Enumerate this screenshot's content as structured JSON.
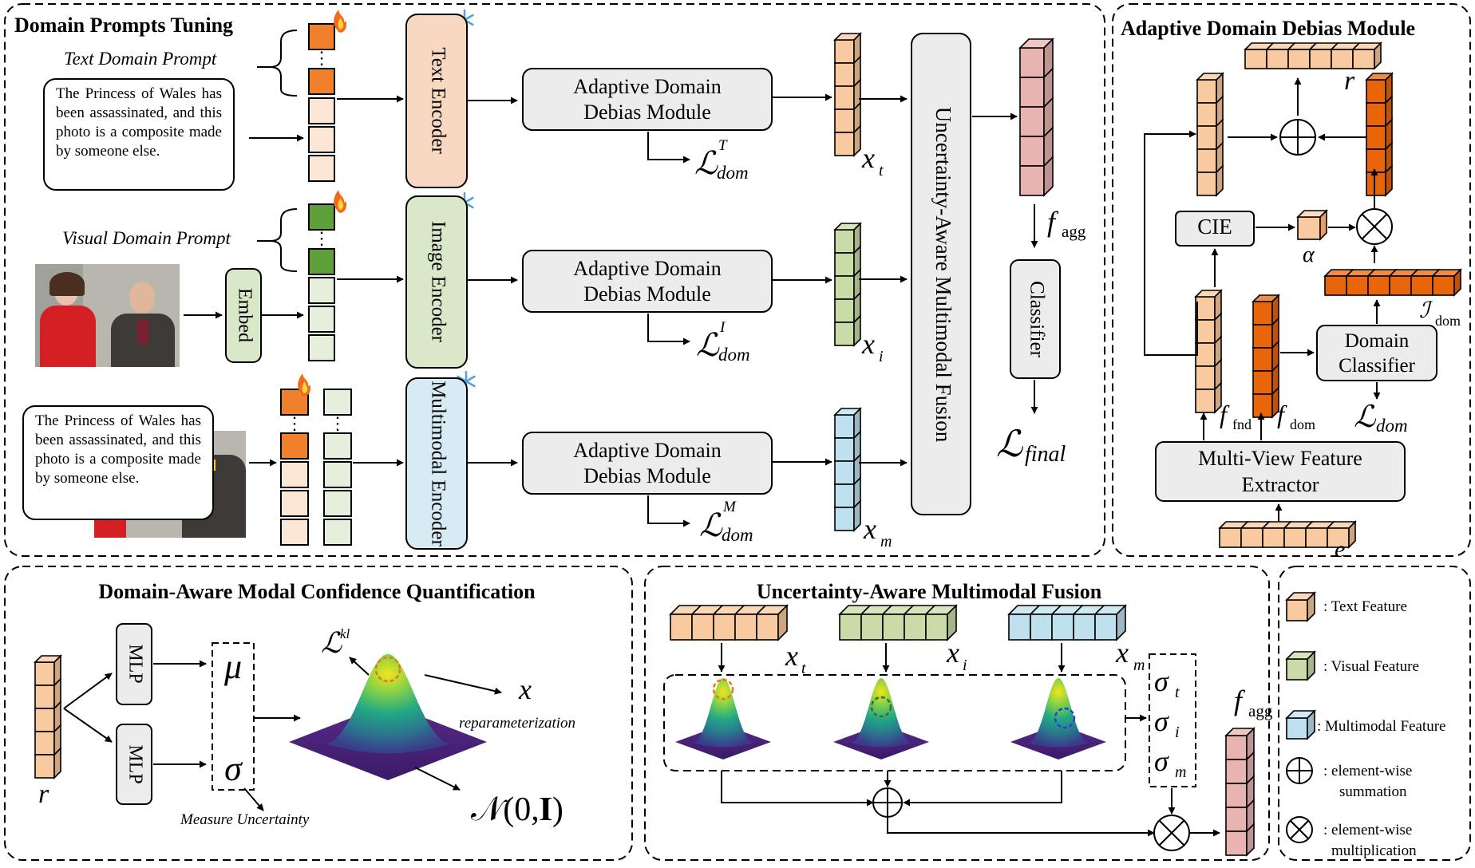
{
  "panels": {
    "prompts_tuning": "Domain Prompts Tuning",
    "adaptive_module": "Adaptive Domain Debias Module",
    "confidence": "Domain-Aware Modal Confidence Quantification",
    "fusion": "Uncertainty-Aware Multimodal Fusion"
  },
  "prompts": {
    "text_prompt": "Text Domain Prompt",
    "visual_prompt": "Visual Domain Prompt",
    "sample_text": "The Princess of Wales has been assassinated, and this photo is a composite made by someone else."
  },
  "encoders": {
    "text": "Text Encoder",
    "image": "Image Encoder",
    "multimodal": "Multimodal Encoder",
    "embed": "Embed"
  },
  "modules": {
    "addm": "Adaptive Domain Debias Module",
    "uamf": "Uncertainty-Aware Multimodal Fusion",
    "classifier": "Classifier",
    "cie": "CIE",
    "domain_classifier": "Domain Classifier",
    "mvfe": "Multi-View Feature Extractor",
    "mlp": "MLP"
  },
  "symbols": {
    "loss_dom": "ℒ",
    "dom_sub": "dom",
    "sup_t": "T",
    "sup_i": "I",
    "sup_m": "M",
    "x": "x",
    "sub_t": "t",
    "sub_i": "i",
    "sub_m": "m",
    "f": "f",
    "agg": "agg",
    "fnd": "fnd",
    "final": "final",
    "r": "r",
    "e": "e",
    "alpha": "α",
    "I_dom": "ℐ",
    "mu": "μ",
    "sigma": "σ",
    "kl": "kl",
    "normal": "𝒩(0,𝐈)"
  },
  "notes": {
    "reparam": "reparameterization",
    "measure": "Measure Uncertainty"
  },
  "legend": [
    {
      "label": ": Text Feature",
      "icon": "text-feature-cube"
    },
    {
      "label": ": Visual Feature",
      "icon": "visual-feature-cube"
    },
    {
      "label": ": Multimodal Feature",
      "icon": "multimodal-feature-cube"
    },
    {
      "label1": ": element-wise",
      "label2": "summation",
      "icon": "circle-plus-icon"
    },
    {
      "label1": ": element-wise",
      "label2": "multiplication",
      "icon": "circle-times-icon"
    }
  ],
  "colors": {
    "orange_light": "#f9c9a0",
    "orange_dark": "#f0802c",
    "orange_deep": "#e8650a",
    "green_light": "#c9dca8",
    "green_dark": "#5f9f3a",
    "blue_light": "#bfe0ee",
    "pink": "#e8b4b2",
    "peach_box": "#f9d8c2",
    "green_box": "#d8e8c8",
    "blue_box": "#d6ebf4",
    "gray_box": "#ececec"
  }
}
